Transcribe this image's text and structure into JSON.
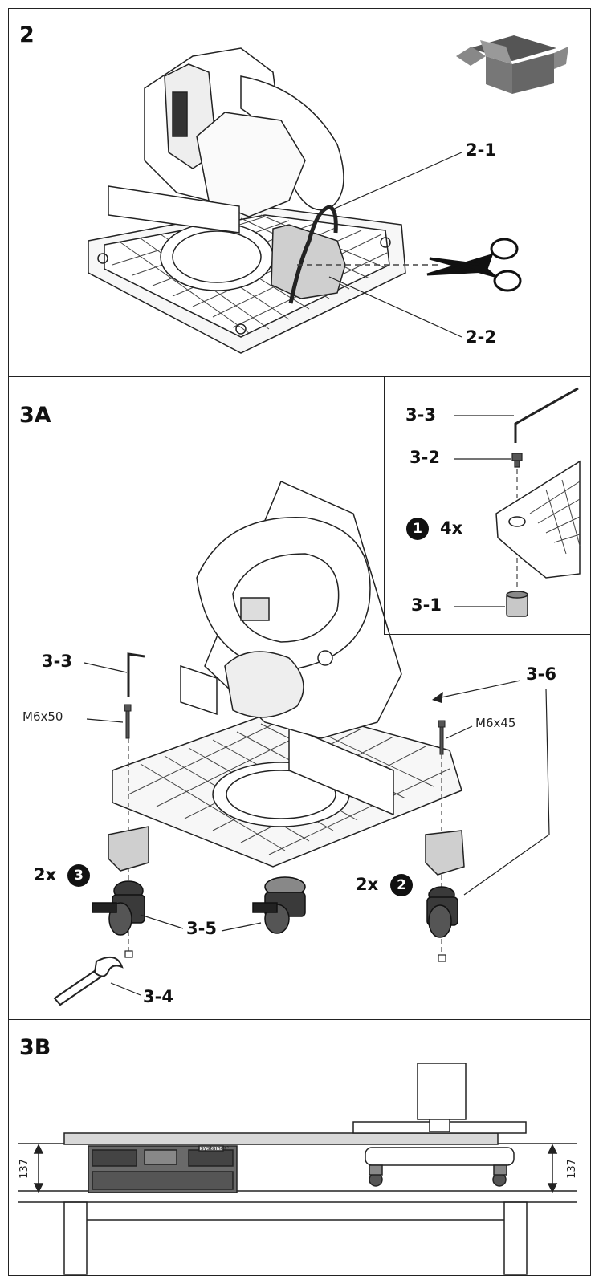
{
  "panels": {
    "p2": {
      "title": "2",
      "callouts": {
        "c1": "2-1",
        "c2": "2-2"
      }
    },
    "p3a": {
      "title": "3A",
      "inset": {
        "c3": "3-3",
        "c2": "3-2",
        "qty": "4x",
        "badge": "1",
        "c1": "3-1"
      },
      "callouts": {
        "c3": "3-3",
        "c6": "3-6",
        "c5": "3-5",
        "c4": "3-4"
      },
      "specs": {
        "left": "M6x50",
        "right": "M6x45"
      },
      "left_qty": "2x",
      "left_badge": "3",
      "right_qty": "2x",
      "right_badge": "2"
    },
    "p3b": {
      "title": "3B",
      "dim_left": "137",
      "dim_right": "137",
      "systainer_brand": "systainer³"
    }
  },
  "icons": [
    "box-icon",
    "scissors-icon",
    "hex-key-icon",
    "wrench-icon",
    "caster-icon",
    "bolt-icon"
  ],
  "colors": {
    "line": "#1a1a1a",
    "box": "#555555",
    "caster": "#3a3a3a"
  }
}
